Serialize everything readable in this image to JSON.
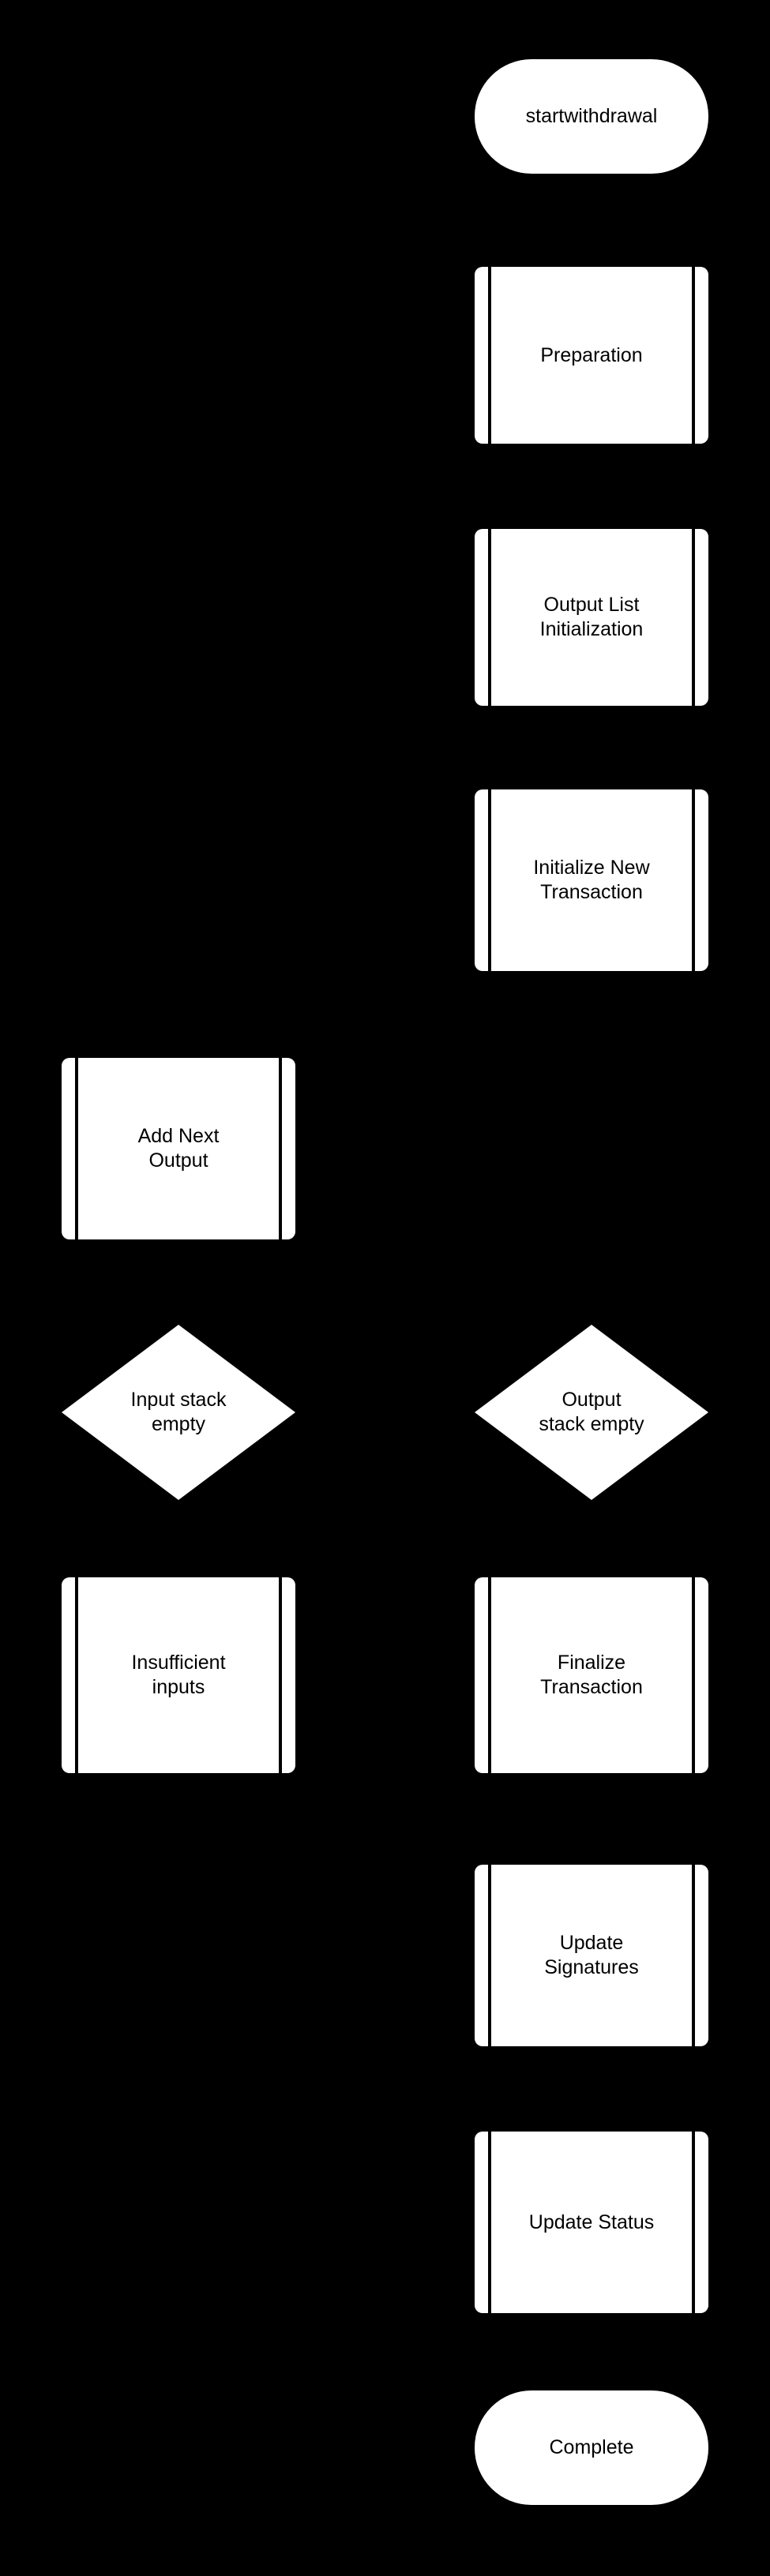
{
  "diagram": {
    "title": "startwithdrawal flowchart",
    "background_color": "#000000",
    "node_fill_color": "#ffffff",
    "node_text_color": "#000000"
  },
  "nodes": {
    "start": {
      "label": "startwithdrawal",
      "shape": "terminator"
    },
    "preparation": {
      "label": "Preparation",
      "shape": "subroutine"
    },
    "output_list_initialization": {
      "label": "Output List\nInitialization",
      "shape": "subroutine"
    },
    "initialize_new_transaction": {
      "label": "Initialize New\nTransaction",
      "shape": "subroutine"
    },
    "add_next_output": {
      "label": "Add Next\nOutput",
      "shape": "subroutine"
    },
    "input_stack_empty": {
      "label": "Input stack\nempty",
      "shape": "decision"
    },
    "output_stack_empty": {
      "label": "Output\nstack empty",
      "shape": "decision"
    },
    "insufficient_inputs": {
      "label": "Insufficient\ninputs",
      "shape": "subroutine"
    },
    "finalize_transaction": {
      "label": "Finalize\nTransaction",
      "shape": "subroutine"
    },
    "update_signatures": {
      "label": "Update\nSignatures",
      "shape": "subroutine"
    },
    "update_status": {
      "label": "Update Status",
      "shape": "subroutine"
    },
    "complete": {
      "label": "Complete",
      "shape": "terminator"
    }
  }
}
